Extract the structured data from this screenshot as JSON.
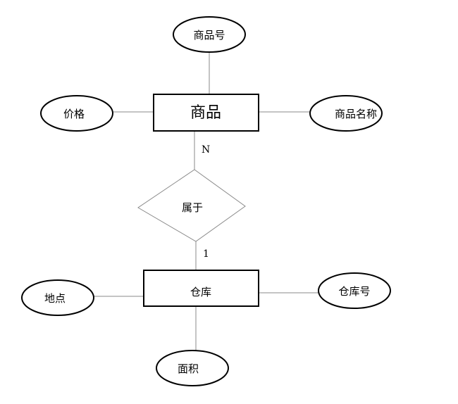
{
  "entities": {
    "goods": "商品",
    "warehouse": "仓库"
  },
  "relationship": {
    "label": "属于",
    "goods_cardinality": "N",
    "warehouse_cardinality": "1"
  },
  "attributes": {
    "goods_id": "商品号",
    "price": "价格",
    "goods_name": "商品名称",
    "location": "地点",
    "warehouse_id": "仓库号",
    "area": "面积"
  }
}
